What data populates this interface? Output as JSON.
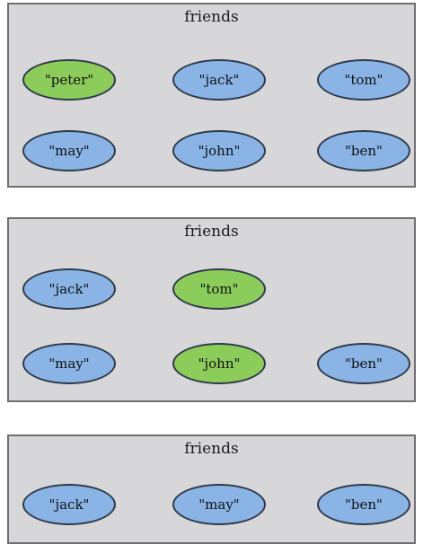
{
  "colors": {
    "panel_bg": "#d7d7d9",
    "blue": "#8bb4e6",
    "green": "#8ccc5b"
  },
  "panels": [
    {
      "title": "friends",
      "rows": [
        [
          {
            "label": "\"peter\"",
            "color": "green"
          },
          {
            "label": "\"jack\"",
            "color": "blue"
          },
          {
            "label": "\"tom\"",
            "color": "blue"
          }
        ],
        [
          {
            "label": "\"may\"",
            "color": "blue"
          },
          {
            "label": "\"john\"",
            "color": "blue"
          },
          {
            "label": "\"ben\"",
            "color": "blue"
          }
        ]
      ]
    },
    {
      "title": "friends",
      "rows": [
        [
          {
            "label": "\"jack\"",
            "color": "blue"
          },
          {
            "label": "\"tom\"",
            "color": "green"
          }
        ],
        [
          {
            "label": "\"may\"",
            "color": "blue"
          },
          {
            "label": "\"john\"",
            "color": "green"
          },
          {
            "label": "\"ben\"",
            "color": "blue"
          }
        ]
      ]
    },
    {
      "title": "friends",
      "rows": [
        [
          {
            "label": "\"jack\"",
            "color": "blue"
          },
          {
            "label": "\"may\"",
            "color": "blue"
          },
          {
            "label": "\"ben\"",
            "color": "blue"
          }
        ]
      ]
    }
  ]
}
